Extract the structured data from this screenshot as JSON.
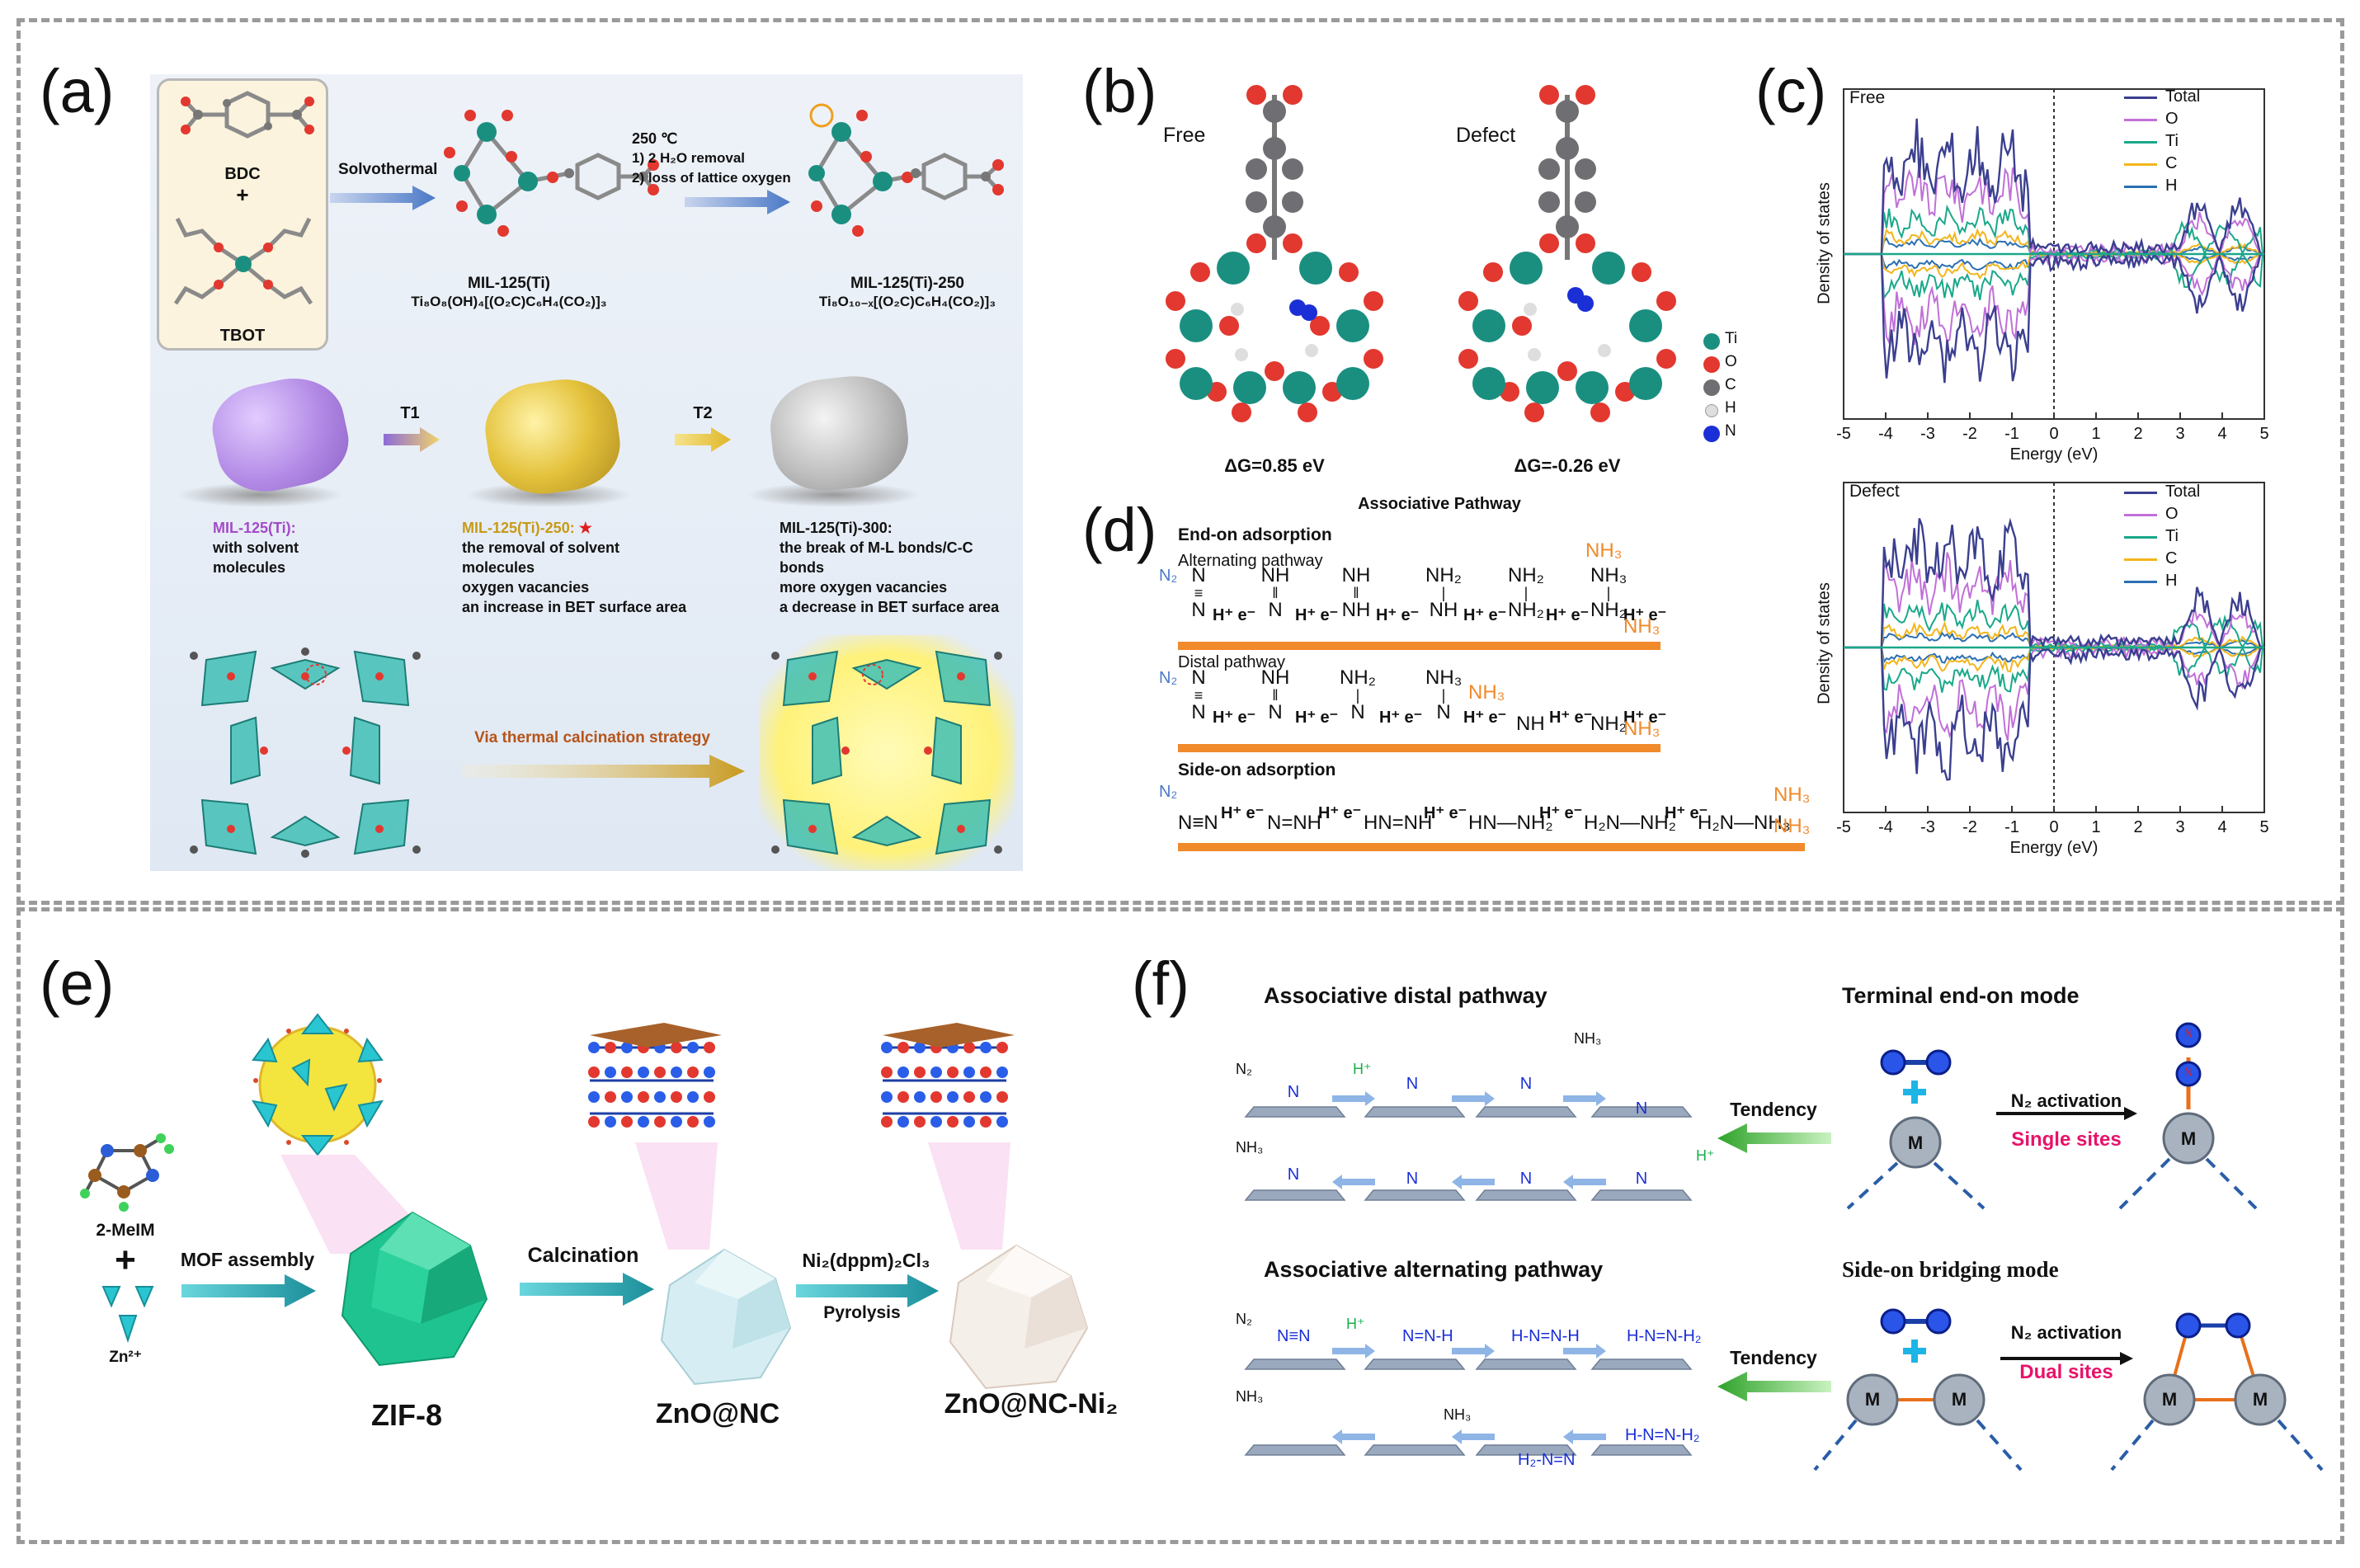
{
  "panels": {
    "a": "(a)",
    "b": "(b)",
    "c": "(c)",
    "d": "(d)",
    "e": "(e)",
    "f": "(f)"
  },
  "colors": {
    "ti_teal": "#1a8f80",
    "oxygen_red": "#e2382f",
    "carbon_gray": "#6f6f73",
    "nitrogen_blue": "#1b2fd6",
    "orange": "#f08a2b",
    "arrow_blue": "#4a78c6",
    "zif_green": "#1fc38f",
    "frame_gray": "#9a9a9a"
  },
  "a": {
    "bdc": "BDC",
    "plus": "+",
    "tbot": "TBOT",
    "solvothermal": "Solvothermal",
    "temp": "250 ℃",
    "step1": "1) 2 H₂O removal",
    "step2": "2) loss of lattice oxygen",
    "mil_name": "MIL-125(Ti)",
    "mil_formula": "Ti₈O₈(OH)₄[(O₂C)C₆H₄(CO₂)]₃",
    "mil250_name": "MIL-125(Ti)-250",
    "mil250_formula": "Ti₈O₁₀₋ₓ[(O₂C)C₆H₄(CO₂)]₃",
    "t1": "T1",
    "t2": "T2",
    "desc1": [
      "MIL-125(Ti):",
      "with solvent",
      "molecules"
    ],
    "desc2": [
      "MIL-125(Ti)-250:",
      "the removal of solvent",
      "molecules",
      "oxygen vacancies",
      "an increase in BET surface area"
    ],
    "desc3": [
      "MIL-125(Ti)-300:",
      "the break of M-L bonds/C-C",
      "bonds",
      "more oxygen vacancies",
      "a decrease in BET surface area"
    ],
    "via": "Via thermal calcination strategy"
  },
  "b": {
    "free": "Free",
    "defect": "Defect",
    "dg_free": "ΔG=0.85 eV",
    "dg_defect": "ΔG=-0.26 eV",
    "legend": [
      "Ti",
      "O",
      "C",
      "H",
      "N"
    ]
  },
  "c": {
    "ylabel": "Density of states",
    "xlabel": "Energy (eV)",
    "xticks": [
      "-5",
      "-4",
      "-3",
      "-2",
      "-1",
      "0",
      "1",
      "2",
      "3",
      "4",
      "5"
    ],
    "plots": [
      "Free",
      "Defect"
    ],
    "legend": [
      "Total",
      "O",
      "Ti",
      "C",
      "H"
    ],
    "legend_colors": [
      "#3b3f8f",
      "#c070d8",
      "#1aa88a",
      "#f2b51c",
      "#2b6fb3"
    ]
  },
  "d": {
    "title": "Associative Pathway",
    "end_on": "End-on adsorption",
    "alternating": "Alternating pathway",
    "distal": "Distal pathway",
    "side_on": "Side-on adsorption",
    "n2": "N₂",
    "step": "H⁺ e⁻",
    "nh3": "NH₃",
    "alt_species": [
      [
        "N",
        "≡",
        "N"
      ],
      [
        "NH",
        "‖",
        "N"
      ],
      [
        "NH",
        "‖",
        "NH"
      ],
      [
        "NH₂",
        "|",
        "NH"
      ],
      [
        "NH₂",
        "|",
        "NH₂"
      ],
      [
        "NH₃",
        "|",
        "NH₂"
      ]
    ],
    "alt_last": "NH₃",
    "dis_species": [
      [
        "N",
        "≡",
        "N"
      ],
      [
        "NH",
        "‖",
        "N"
      ],
      [
        "NH₂",
        "|",
        "N"
      ],
      [
        "NH₃",
        "|",
        "N"
      ],
      [
        "",
        "",
        "NH"
      ],
      [
        "",
        "",
        "NH₂"
      ]
    ],
    "dis_last": "NH₃",
    "side_species": [
      "N≡N",
      "N=NH",
      "HN=NH",
      "HN—NH₂",
      "H₂N—NH₂",
      "H₂N—NH₃"
    ],
    "side_last": "NH₃"
  },
  "e": {
    "melm": "2-MeIM",
    "plus": "+",
    "zn": "Zn²⁺",
    "mof_assembly": "MOF assembly",
    "calcination": "Calcination",
    "ni_precursor": "Ni₂(dppm)₂Cl₃",
    "pyrolysis": "Pyrolysis",
    "zif8": "ZIF-8",
    "znonc": "ZnO@NC",
    "znonc_ni": "ZnO@NC-Ni₂"
  },
  "f": {
    "distal_title": "Associative distal pathway",
    "alternating_title": "Associative alternating pathway",
    "terminal_title": "Terminal end-on mode",
    "side_title": "Side-on bridging mode",
    "tendency": "Tendency",
    "n2_activation": "N₂ activation",
    "single_sites": "Single sites",
    "dual_sites": "Dual sites",
    "m": "M",
    "n": "N",
    "h": "H",
    "hplus": "H⁺",
    "n2": "N₂",
    "nh3": "NH₃",
    "alt_species": [
      "N≡N",
      "N=N-H",
      "H-N=N-H",
      "H-N=N-H₂",
      "H₂-N=N",
      "H-N=N-H₂"
    ]
  }
}
